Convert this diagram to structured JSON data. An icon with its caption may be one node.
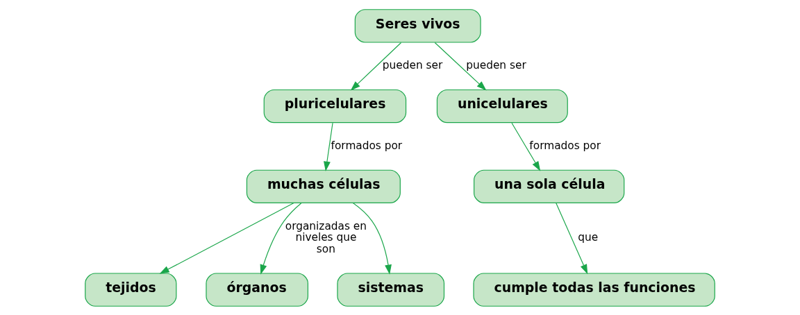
{
  "diagram": {
    "nodes": [
      {
        "text": [
          "Seres vivos"
        ]
      },
      {
        "text": [
          "pluricelulares"
        ]
      },
      {
        "text": [
          "unicelulares"
        ]
      },
      {
        "text": [
          "muchas células"
        ]
      },
      {
        "text": [
          "una sola célula"
        ]
      },
      {
        "text": [
          "tejidos"
        ]
      },
      {
        "text": [
          "órganos"
        ]
      },
      {
        "text": [
          "sistemas"
        ]
      },
      {
        "text": [
          "cumple todas las funciones"
        ]
      }
    ],
    "edges": [
      {
        "from": 0,
        "to": 1,
        "arrow": "to",
        "label": "pueden ser"
      },
      {
        "from": 0,
        "to": 2,
        "arrow": "to",
        "label": "pueden ser"
      },
      {
        "from": 1,
        "to": 3,
        "arrow": "to",
        "label": "formados por"
      },
      {
        "from": 2,
        "to": 4,
        "arrow": "to",
        "label": "formados por"
      },
      {
        "from": 3,
        "to": 5,
        "arrow": "to"
      },
      {
        "from": 3,
        "to": 6,
        "arrow": "to",
        "label": "organizadas en niveles que son"
      },
      {
        "from": 3,
        "to": 7,
        "arrow": "to"
      },
      {
        "from": 4,
        "to": 8,
        "arrow": "to",
        "label": "que"
      }
    ]
  }
}
